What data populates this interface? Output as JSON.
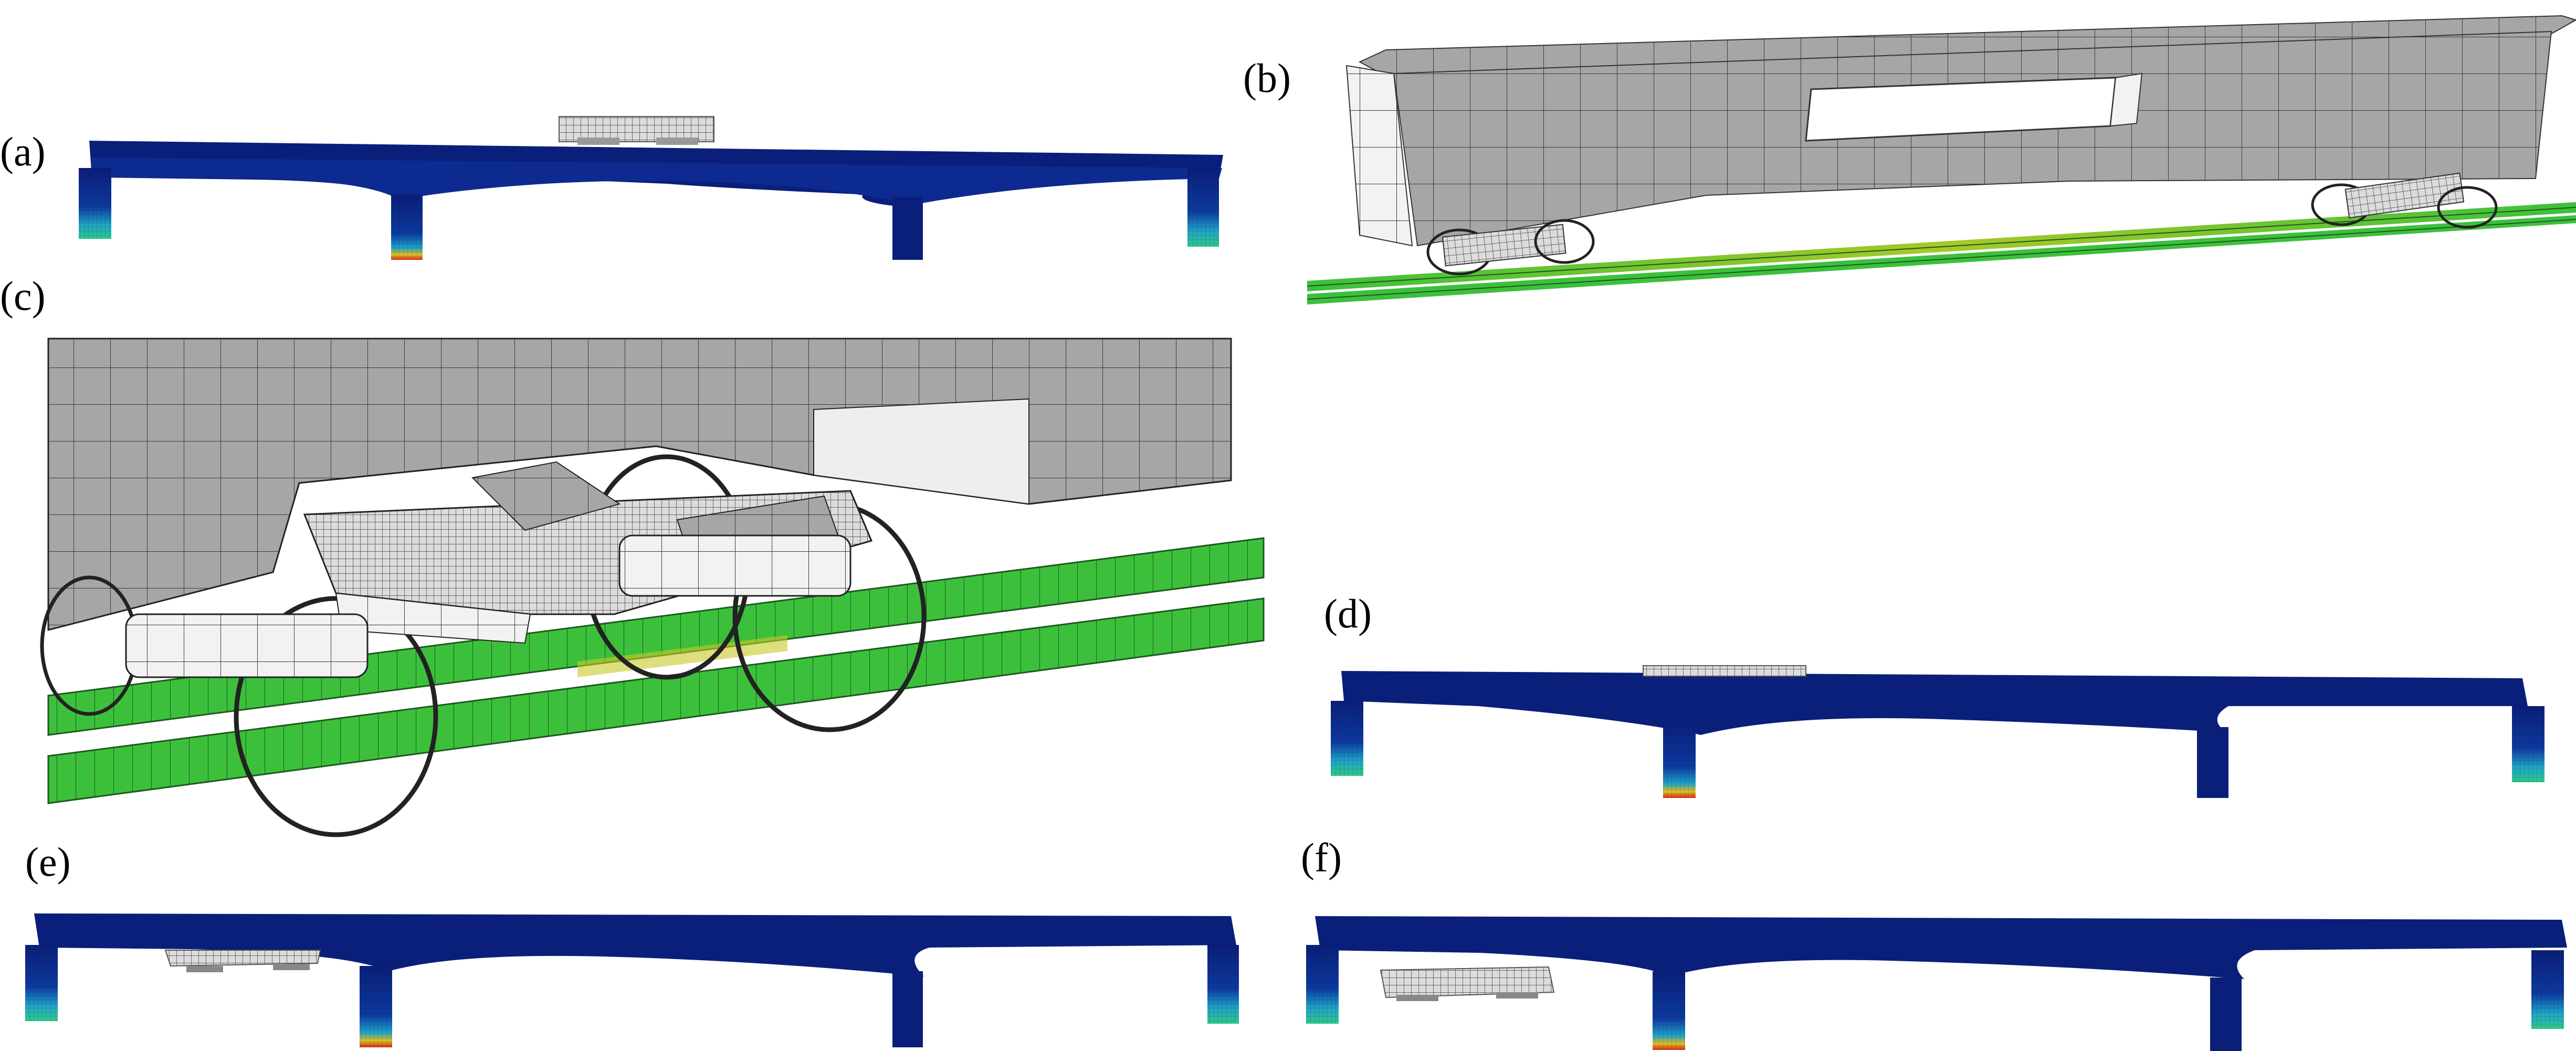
{
  "panels": [
    {
      "id": "a",
      "label": "(a)"
    },
    {
      "id": "b",
      "label": "(b)"
    },
    {
      "id": "c",
      "label": "(c)"
    },
    {
      "id": "d",
      "label": "(d)"
    },
    {
      "id": "e",
      "label": "(e)"
    },
    {
      "id": "f",
      "label": "(f)"
    }
  ],
  "colors": {
    "deck_blue": "#0a1f7a",
    "deck_blue_light": "#1736a8",
    "pier_cyan": "#1fa3c8",
    "pier_red": "#d62a1a",
    "train_gray": "#a6a6a6",
    "train_light": "#f2f2f2",
    "rail_green": "#3cc03c",
    "rail_yellow": "#c8c828"
  }
}
